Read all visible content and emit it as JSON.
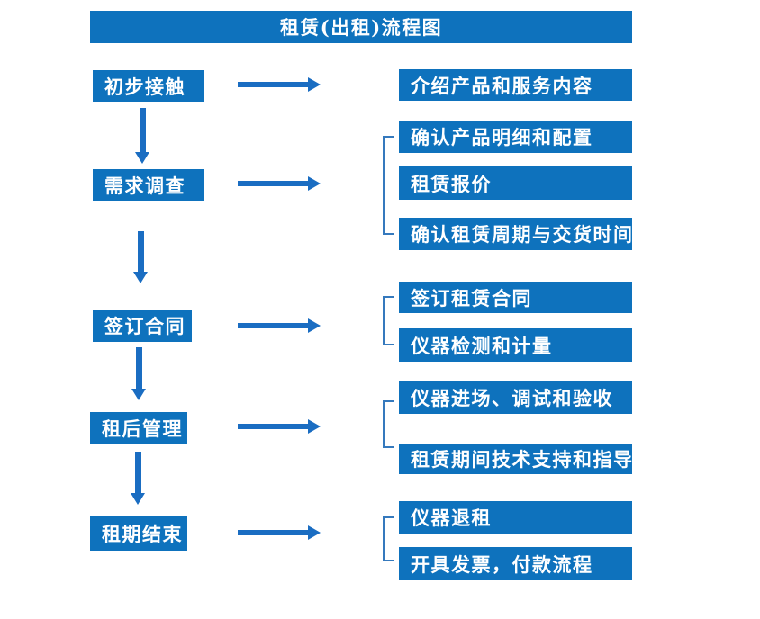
{
  "title": "租赁(出租)流程图",
  "colors": {
    "background": "#ffffff",
    "box_blue": "#0e72bd",
    "arrow_blue": "#1a6dc2",
    "bracket_blue": "#3579bd",
    "box_text": "#ffffff"
  },
  "flow": {
    "steps": [
      {
        "label": "初步接触",
        "details": [
          "介绍产品和服务内容"
        ]
      },
      {
        "label": "需求调查",
        "details": [
          "确认产品明细和配置",
          "租赁报价",
          "确认租赁周期与交货时间"
        ]
      },
      {
        "label": "签订合同",
        "details": [
          "签订租赁合同",
          "仪器检测和计量"
        ]
      },
      {
        "label": "租后管理",
        "details": [
          "仪器进场、调试和验收",
          "租赁期间技术支持和指导"
        ]
      },
      {
        "label": "租期结束",
        "details": [
          "仪器退租",
          "开具发票，付款流程"
        ]
      }
    ]
  }
}
